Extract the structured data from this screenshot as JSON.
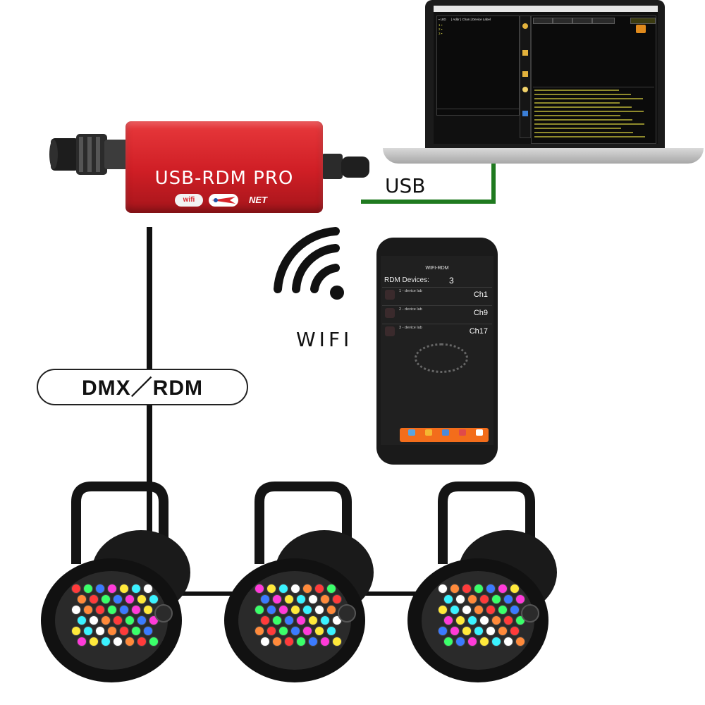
{
  "device": {
    "label": "USB-RDM  PRO",
    "logo_wifi": "wifi",
    "logo_net": "NET",
    "color": "#d8242b"
  },
  "labels": {
    "usb": "USB",
    "wifi": "WIFI",
    "dmx_rdm": "DMX／RDM"
  },
  "colors": {
    "usb_cable": "#1f7a1f",
    "dmx_cable": "#111111",
    "phone_tab_bar": "#f36d1b"
  },
  "phone_app": {
    "title": "WIFI-RDM",
    "rdm_devices_label": "RDM Devices:",
    "rdm_devices_count": "3",
    "devices": [
      {
        "name": "1 - device lab",
        "channel": "Ch1"
      },
      {
        "name": "2 - device lab",
        "channel": "Ch9"
      },
      {
        "name": "3 - device lab",
        "channel": "Ch17"
      }
    ],
    "tabs": [
      {
        "icon": "discovery-icon",
        "color": "#5aa5e0"
      },
      {
        "icon": "info-icon",
        "color": "#f5b631"
      },
      {
        "icon": "sensor-icon",
        "color": "#4a8ad8"
      },
      {
        "icon": "edit-icon",
        "color": "#e04a4a"
      },
      {
        "icon": "close-icon",
        "color": "#ffffff"
      }
    ]
  },
  "fixtures": [
    {
      "name": "led-par-1"
    },
    {
      "name": "led-par-2"
    },
    {
      "name": "led-par-3"
    }
  ],
  "icons": {
    "wifi": "wifi-icon",
    "laptop": "laptop-icon",
    "phone": "smartphone-icon",
    "usb_device": "usb-rdm-interface-icon"
  }
}
